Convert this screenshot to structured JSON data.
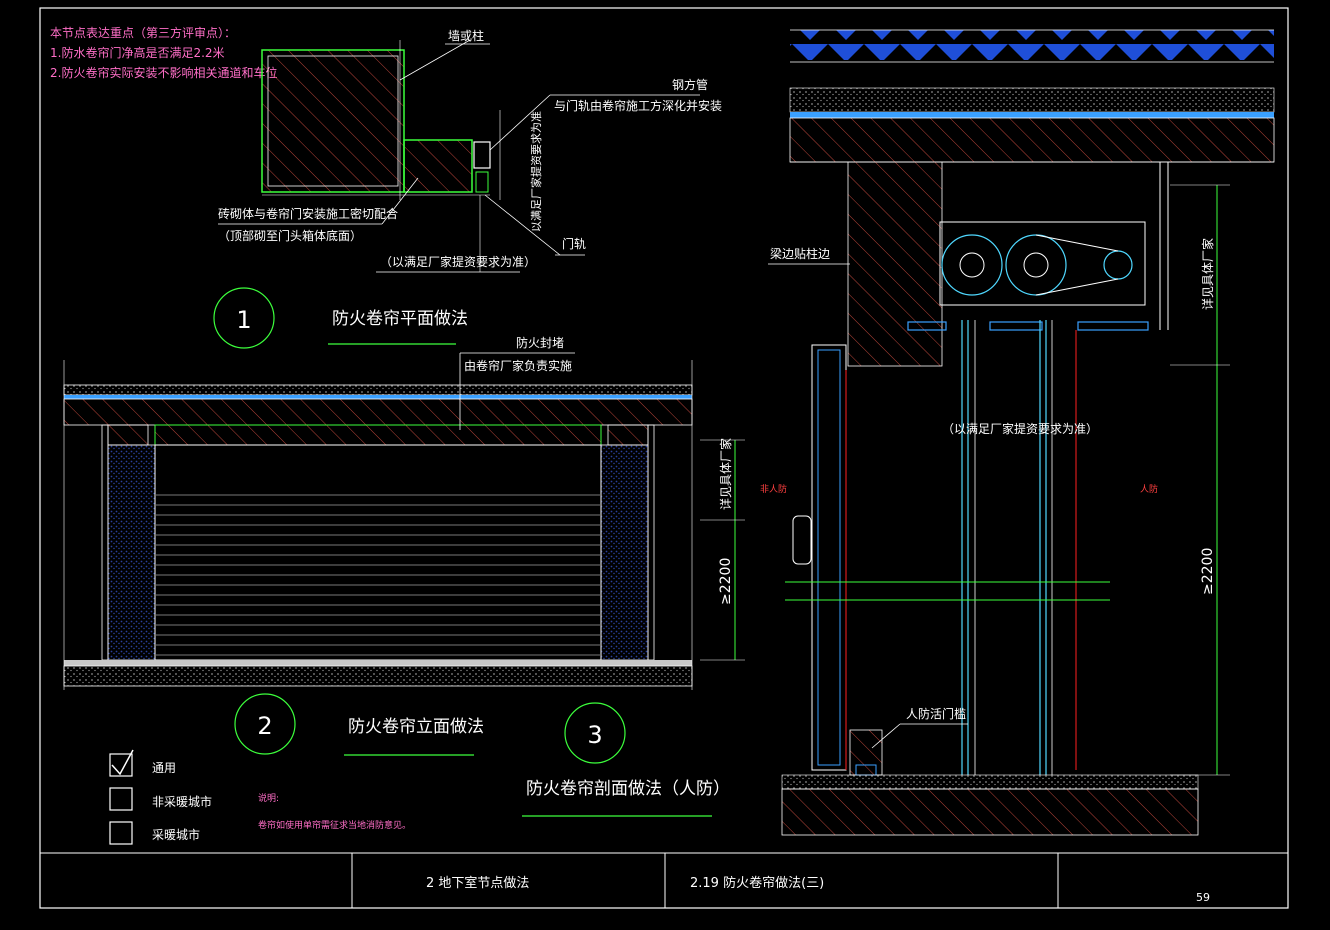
{
  "notes": {
    "title": "本节点表达重点（第三方评审点）：",
    "item1": "1.防水卷帘门净高是否满足2.2米",
    "item2": "2.防火卷帘实际安装不影响相关通道和车位"
  },
  "plan": {
    "label_wall": "墙或柱",
    "label_steel": "钢方管",
    "label_steel_note": "与门轨由卷帘施工方深化并安装",
    "label_vertical": "以满足厂家提资要求为准",
    "label_masonry": "砖砌体与卷帘门安装施工密切配合",
    "label_masonry_sub": "（顶部砌至门头箱体底面）",
    "label_rail": "门轨",
    "label_vendor": "（以满足厂家提资要求为准）",
    "number": "1",
    "title": "防火卷帘平面做法"
  },
  "elevation": {
    "label_seal": "防火封堵",
    "label_seal_sub": "由卷帘厂家负责实施",
    "dim_vendor": "详见具体厂家",
    "dim_height": "≥2200",
    "number": "2",
    "title": "防火卷帘立面做法"
  },
  "section": {
    "label_beam": "梁边贴柱边",
    "dim_vendor": "详见具体厂家",
    "label_vendor": "（以满足厂家提资要求为准）",
    "label_non_cd": "非人防",
    "label_cd": "人防",
    "dim_height": "≥2200",
    "label_threshold": "人防活门槛",
    "number": "3",
    "title": "防火卷帘剖面做法（人防）"
  },
  "legend": {
    "item1": "通用",
    "item2": "非采暖城市",
    "item3": "采暖城市",
    "checked": [
      true,
      false,
      false
    ]
  },
  "remark": {
    "title": "说明:",
    "text": "卷帘如使用单帘需征求当地消防意见。"
  },
  "titlebar": {
    "chapter": "2  地下室节点做法",
    "sheet": "2.19  防火卷帘做法(三)",
    "page": "59"
  },
  "colors": {
    "frame": "#ffffff",
    "hatch": "#c0413a",
    "pink_text": "#ff6ec7",
    "green": "#3cff3c",
    "blue": "#3a8cff",
    "cyan": "#4fd8ff",
    "red": "#ff2020"
  }
}
